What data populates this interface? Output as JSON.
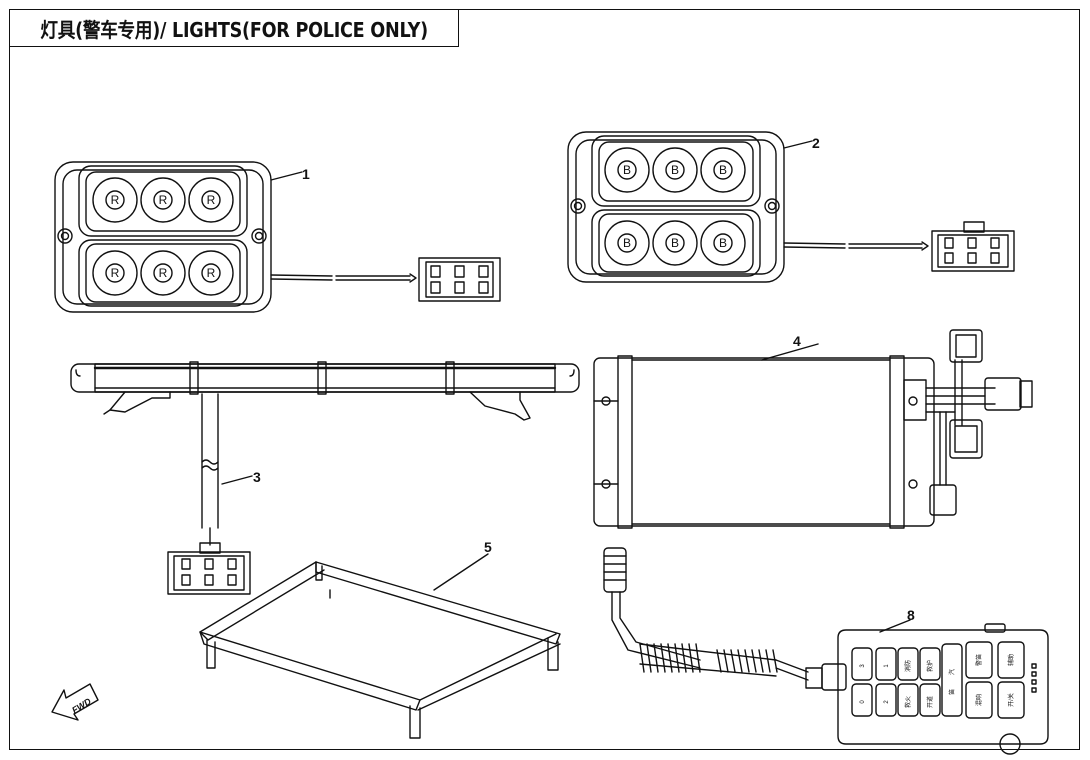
{
  "page": {
    "title": "灯具(警车专用)/ LIGHTS(FOR POLICE ONLY)"
  },
  "callouts": [
    "1",
    "2",
    "3",
    "4",
    "5",
    "8"
  ],
  "lamp_letters": {
    "lamp1": "R",
    "lamp2": "B"
  },
  "controller_buttons": {
    "col1": [
      "3",
      "0"
    ],
    "col2": [
      "1",
      "2"
    ],
    "col3": [
      "消防",
      "救火"
    ],
    "col4": [
      "救护",
      "开道"
    ],
    "col5_top": "汽",
    "col5_bottom": "笛",
    "col6": [
      "警笛",
      "混响"
    ],
    "col7": [
      "辅助",
      "开/关"
    ]
  },
  "fwd_label": "FWD"
}
